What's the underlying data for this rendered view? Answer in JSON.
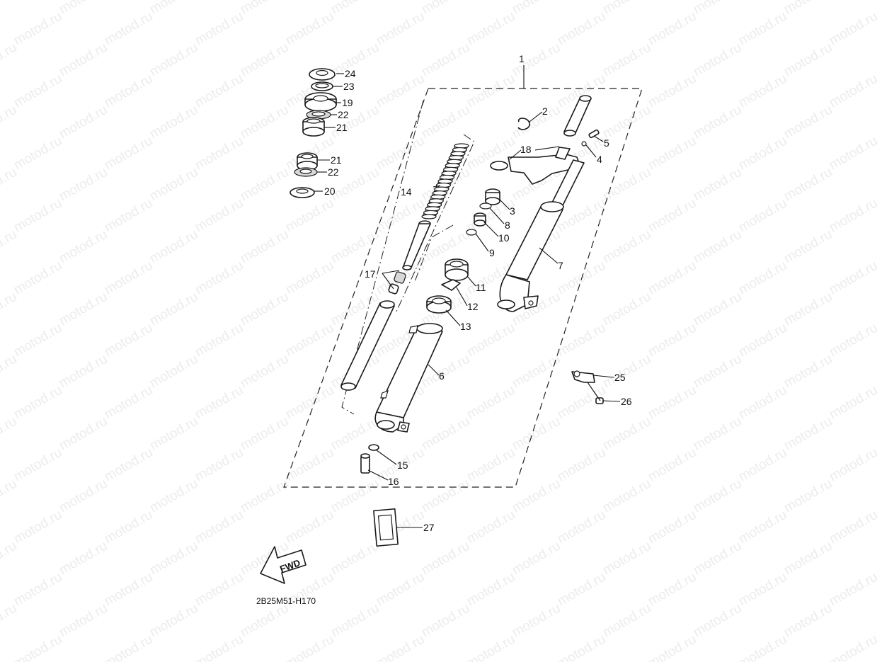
{
  "watermark": "motod.ru",
  "diagram_code": "2B25M51-H170",
  "forward_label": "FWD",
  "callouts": [
    "1",
    "2",
    "3",
    "4",
    "5",
    "6",
    "7",
    "8",
    "9",
    "10",
    "11",
    "12",
    "13",
    "14",
    "15",
    "16",
    "17",
    "18",
    "19",
    "20",
    "21",
    "21",
    "22",
    "22",
    "23",
    "24",
    "25",
    "26",
    "27"
  ]
}
